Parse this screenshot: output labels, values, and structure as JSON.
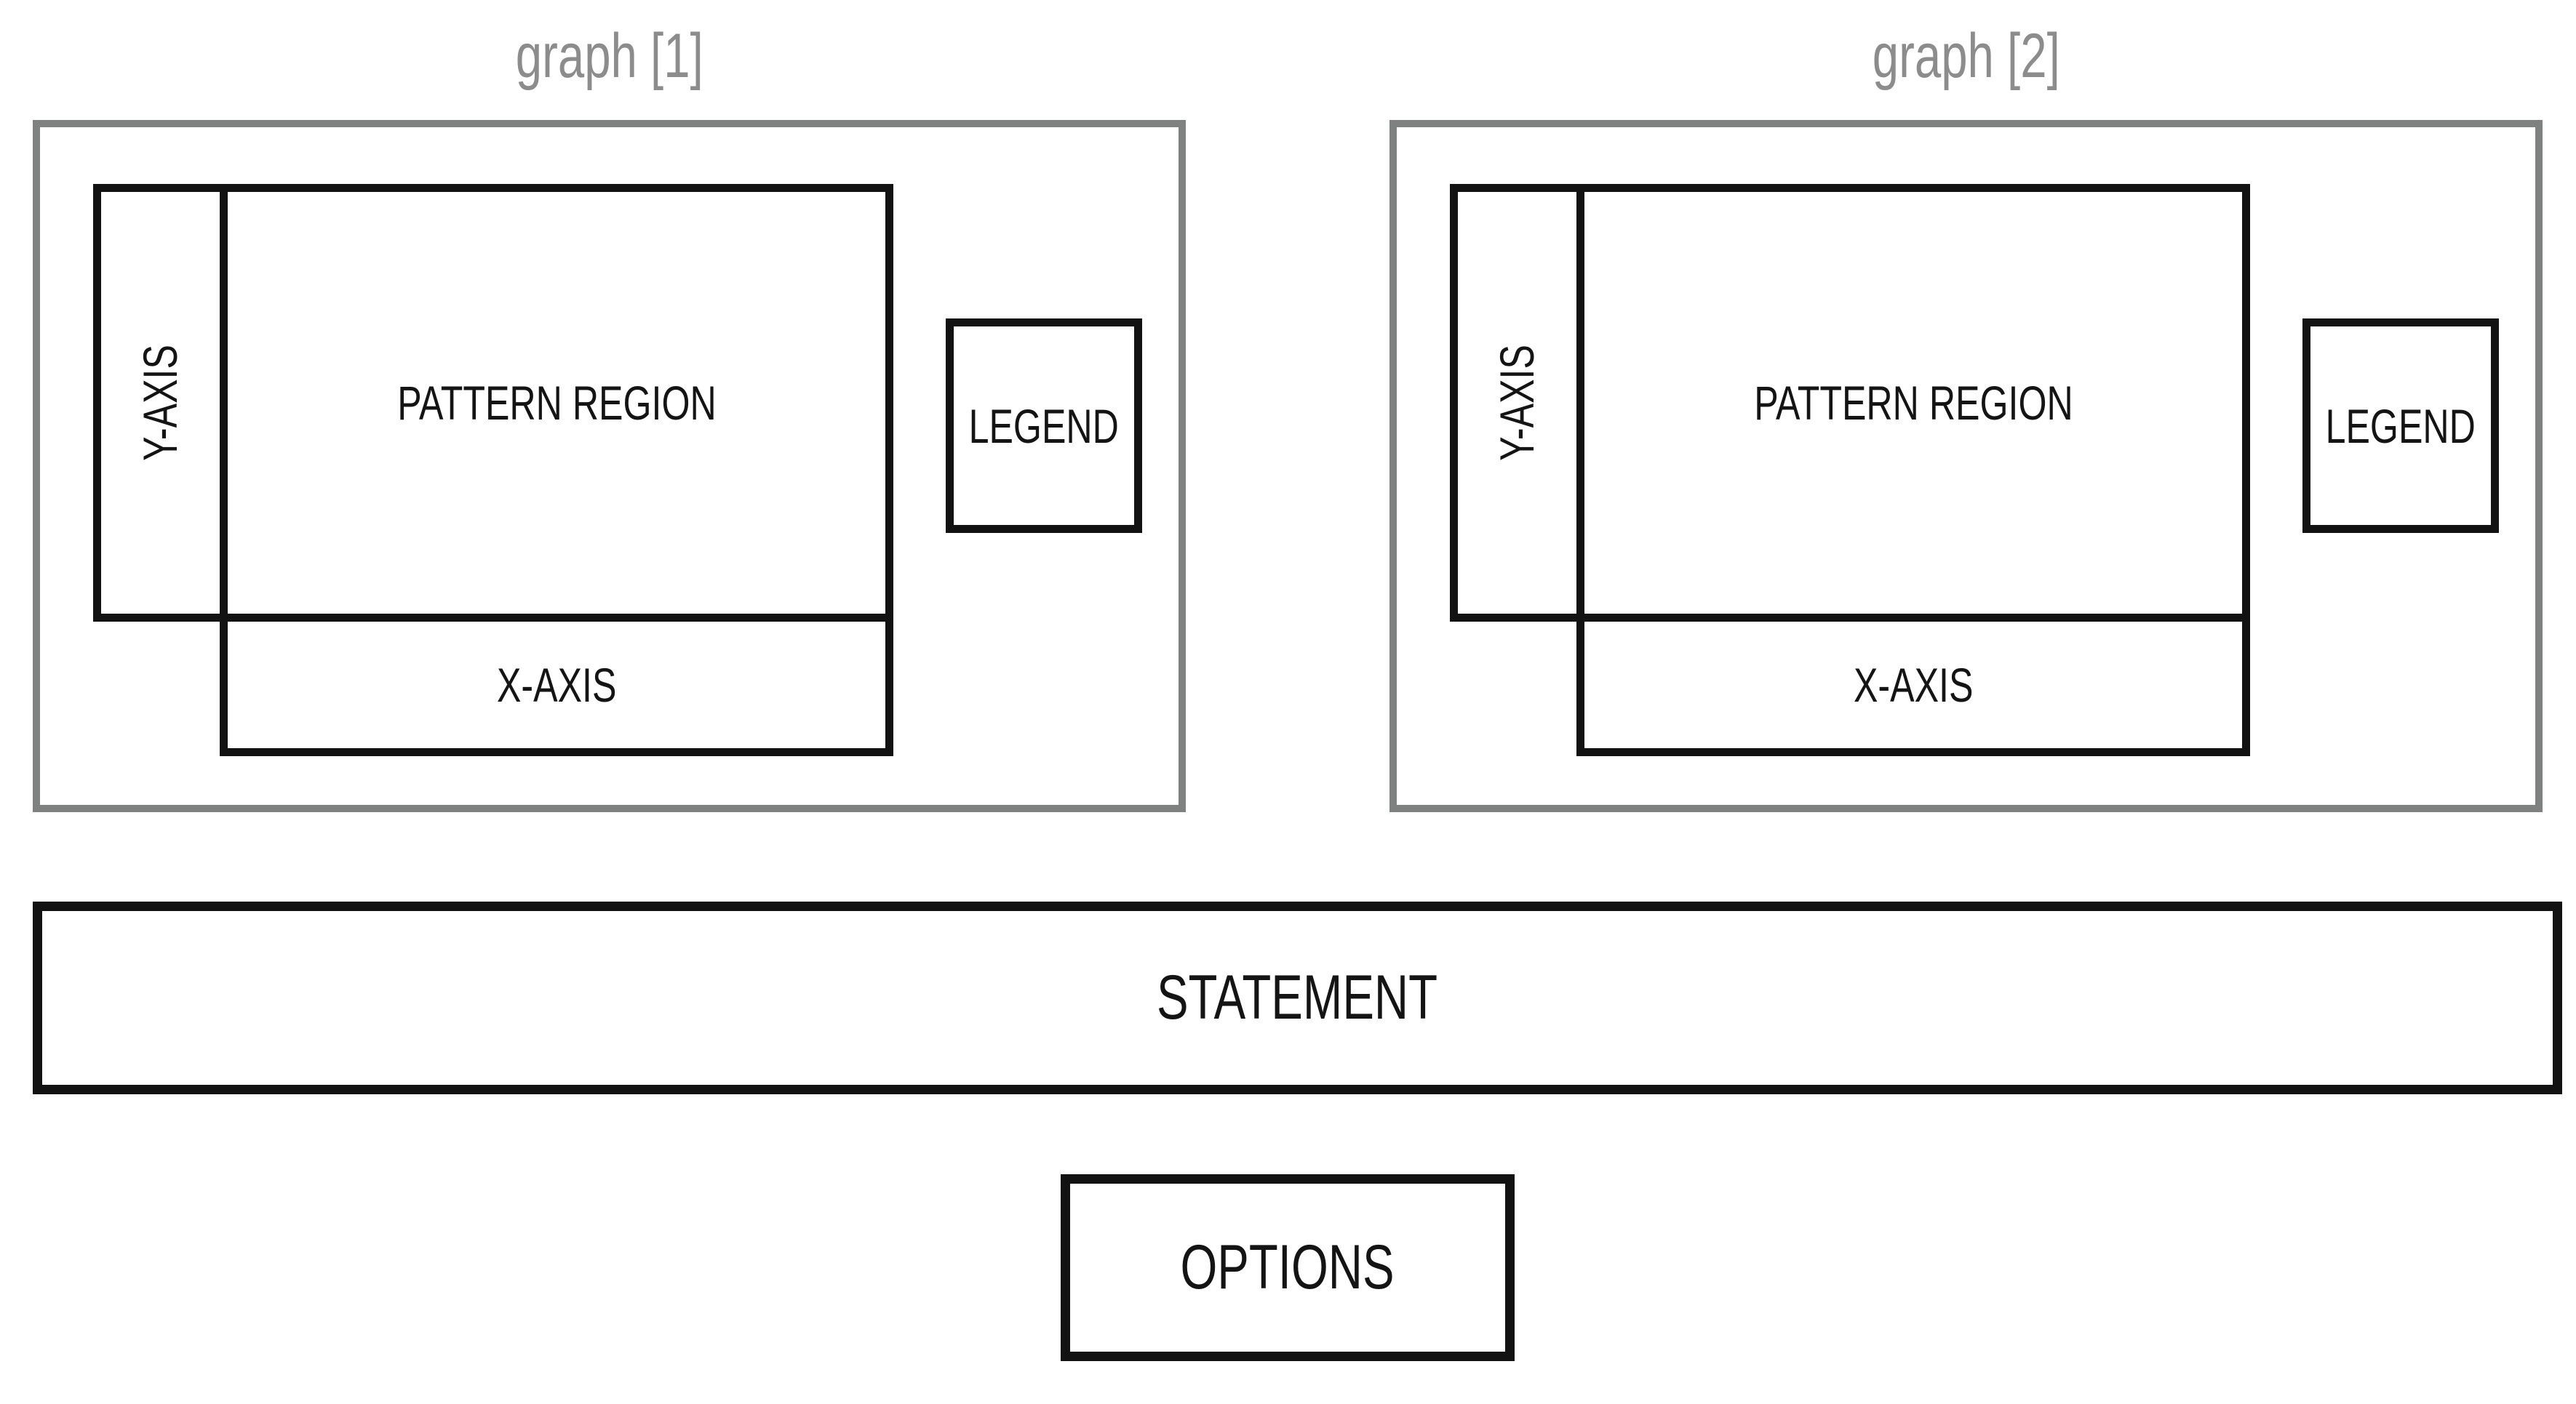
{
  "colors": {
    "background": "#ffffff",
    "container_border": "#7f8080",
    "box_border": "#121212",
    "title_text": "#8c8c8c",
    "label_text": "#141414"
  },
  "graphs": [
    {
      "title": "graph [1]",
      "y_axis_label": "Y-AXIS",
      "pattern_region_label": "PATTERN REGION",
      "x_axis_label": "X-AXIS",
      "legend_label": "LEGEND"
    },
    {
      "title": "graph [2]",
      "y_axis_label": "Y-AXIS",
      "pattern_region_label": "PATTERN REGION",
      "x_axis_label": "X-AXIS",
      "legend_label": "LEGEND"
    }
  ],
  "statement_label": "STATEMENT",
  "options_label": "OPTIONS"
}
